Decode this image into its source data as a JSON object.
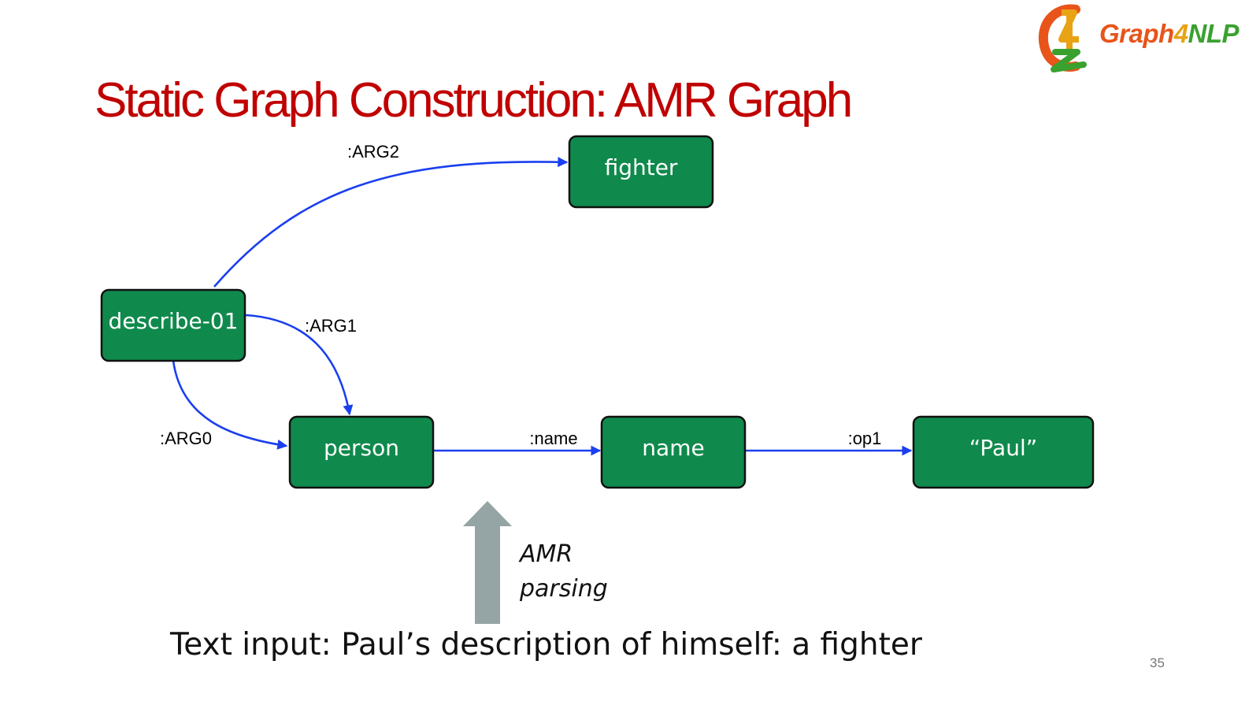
{
  "slide": {
    "title": "Static Graph Construction: AMR Graph",
    "page_number": "35"
  },
  "logo": {
    "part1": "Graph",
    "part2": "4",
    "part3": "NLP"
  },
  "colors": {
    "title": "#c00000",
    "node_fill": "#0f8a4c",
    "edge": "#1a3ff0",
    "arrow_block": "#95a5a6"
  },
  "nodes": {
    "describe": "describe-01",
    "fighter": "fighter",
    "person": "person",
    "name": "name",
    "paul": "“Paul”"
  },
  "edges": {
    "arg0": ":ARG0",
    "arg1": ":ARG1",
    "arg2": ":ARG2",
    "name": ":name",
    "op1": ":op1"
  },
  "parsing": {
    "line1": "AMR",
    "line2": "parsing"
  },
  "input": {
    "text": "Text input: Paul’s description of himself: a fighter"
  }
}
